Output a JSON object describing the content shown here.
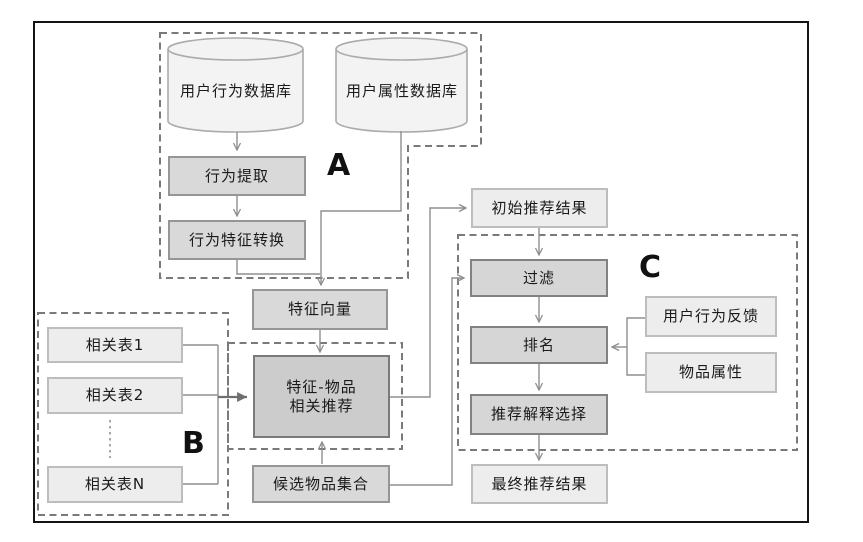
{
  "diagram": {
    "title_hint": "recommendation-pipeline-flowchart",
    "section_labels": {
      "a": "A",
      "b": "B",
      "c": "C"
    },
    "nodes": {
      "user_behavior_db": "用户行为数据库",
      "user_attr_db": "用户属性数据库",
      "behavior_extract": "行为提取",
      "behavior_feature_convert": "行为特征转换",
      "feature_vector": "特征向量",
      "related_table_1": "相关表1",
      "related_table_2": "相关表2",
      "related_table_n": "相关表N",
      "feature_item_recommend": "特征-物品\n相关推荐",
      "candidate_item_set": "候选物品集合",
      "initial_results": "初始推荐结果",
      "filter": "过滤",
      "ranking": "排名",
      "explanation_select": "推荐解释选择",
      "final_results": "最终推荐结果",
      "user_feedback": "用户行为反馈",
      "item_attrs": "物品属性"
    },
    "colors": {
      "frame": "#141414",
      "dashed_outline": "#7a7a7a",
      "connector": "#8f8f8f",
      "connector_emphasis": "#6f6f6f",
      "node_light_fill": "#ededed",
      "node_medium_fill": "#d9d9d9",
      "node_dark_fill": "#cccccc",
      "cylinder_fill": "#f3f3f3"
    }
  }
}
